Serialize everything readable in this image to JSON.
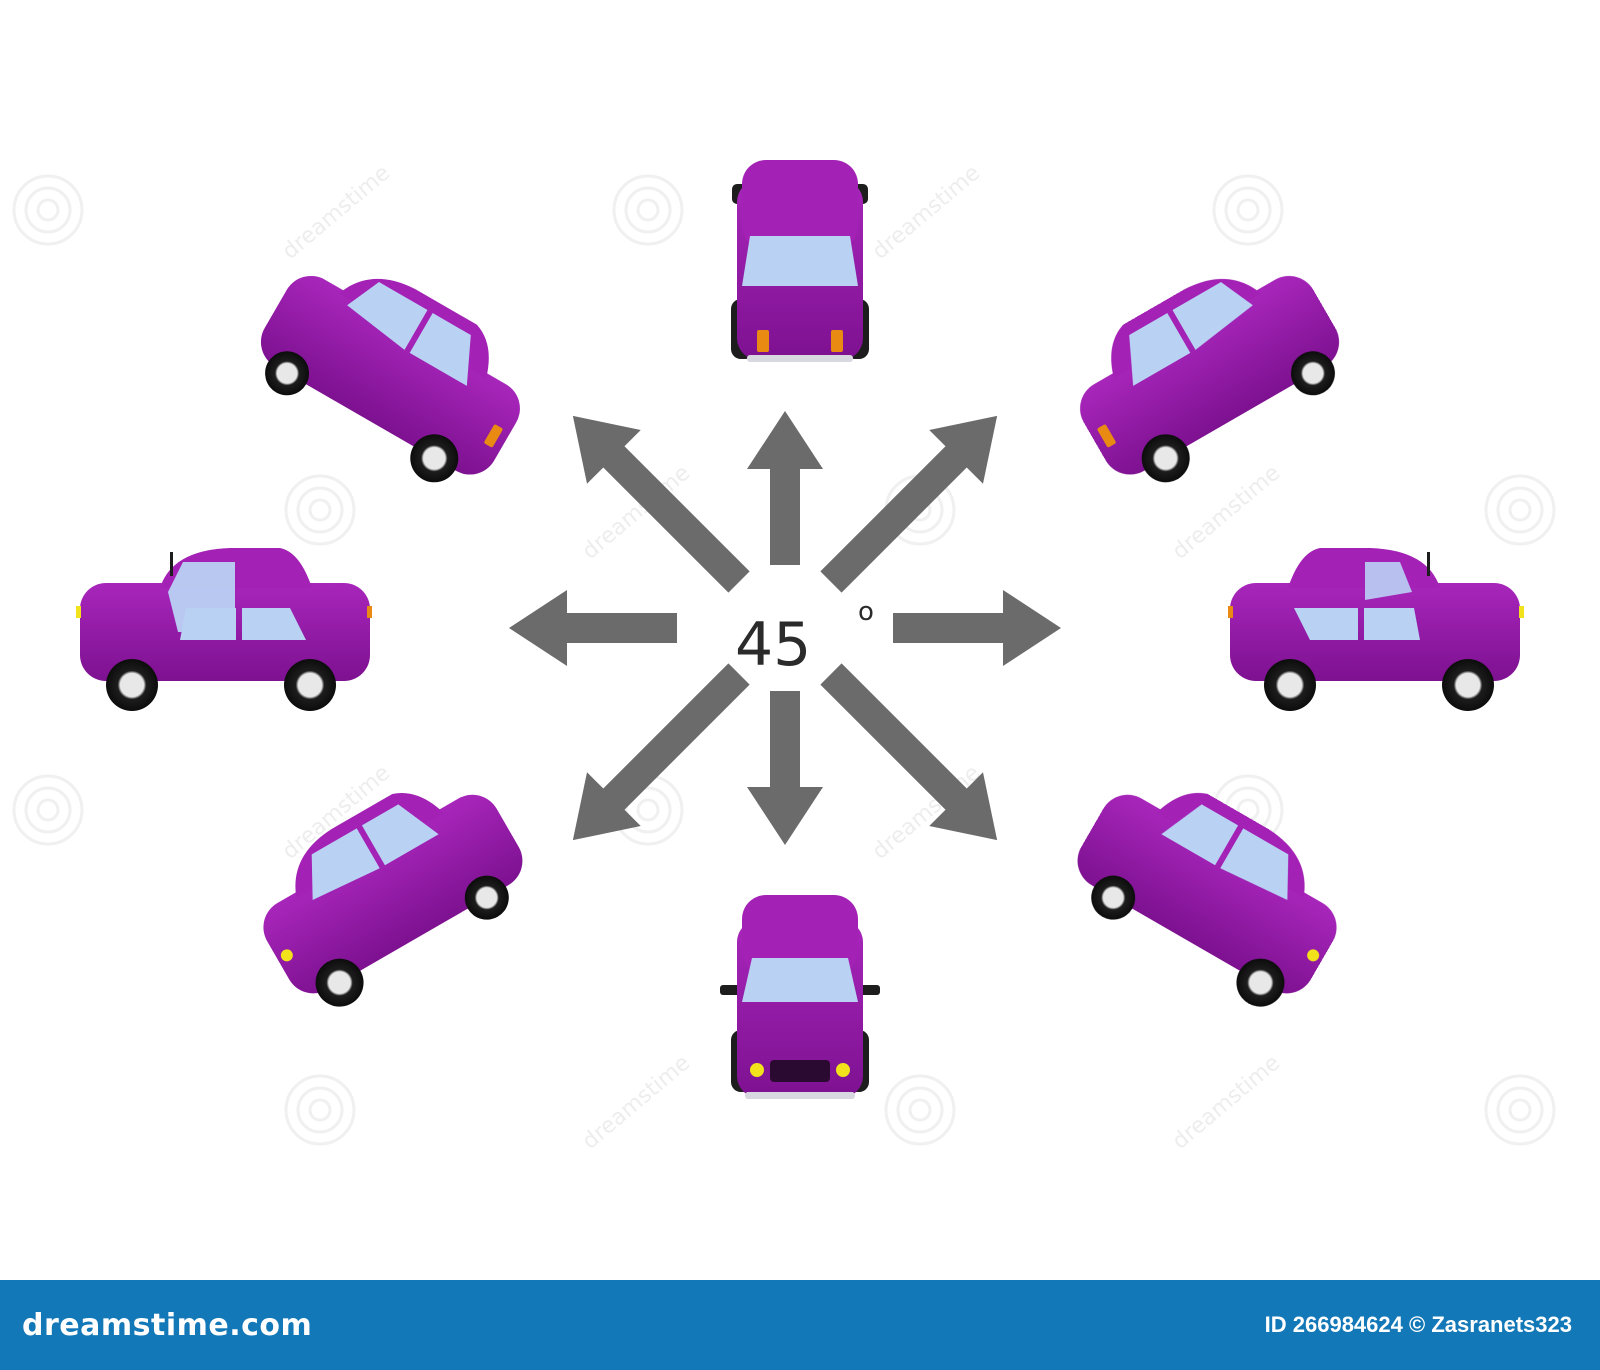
{
  "center_label": {
    "number": "45",
    "unit": "o"
  },
  "arrow_directions_deg": [
    0,
    45,
    90,
    135,
    180,
    225,
    270,
    315
  ],
  "car_views": [
    {
      "id": "top",
      "angle_deg": 90,
      "view": "rear"
    },
    {
      "id": "top-right",
      "angle_deg": 45,
      "view": "rear-left-three-quarter"
    },
    {
      "id": "right",
      "angle_deg": 0,
      "view": "left-side"
    },
    {
      "id": "bottom-right",
      "angle_deg": 315,
      "view": "front-left-three-quarter"
    },
    {
      "id": "bottom",
      "angle_deg": 270,
      "view": "front"
    },
    {
      "id": "bottom-left",
      "angle_deg": 225,
      "view": "front-right-three-quarter"
    },
    {
      "id": "left",
      "angle_deg": 180,
      "view": "right-side"
    },
    {
      "id": "top-left",
      "angle_deg": 135,
      "view": "rear-right-three-quarter"
    }
  ],
  "colors": {
    "car_body": "#8e16a0",
    "car_roof": "#a321b4",
    "car_glass": "#b9d2f4",
    "arrow": "#6b6b6b",
    "tire": "#1d1d1d",
    "indicator": "#e98a12",
    "headlight": "#f1e21c",
    "footer_bg": "#1378b7",
    "label": "#2b2b2b"
  },
  "watermark": {
    "text": "dreamstime"
  },
  "footer": {
    "logo": "dreamstime.com",
    "id_text": "ID 266984624",
    "author": "Zasranets323"
  }
}
